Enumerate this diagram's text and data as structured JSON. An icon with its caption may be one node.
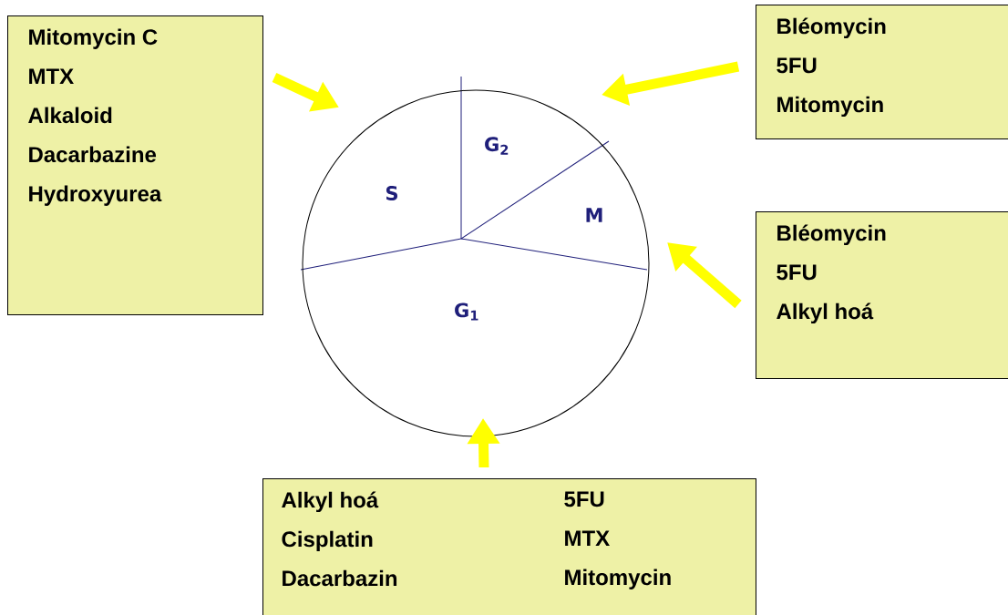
{
  "diagram": {
    "nodes": [
      {
        "text": [
          "Mitomycin C",
          "MTX",
          "Alkaloid",
          "Dacarbazine",
          "Hydroxyurea"
        ]
      },
      {
        "text": [
          "Bléomycin",
          "5FU",
          "Mitomycin"
        ]
      },
      {
        "text": [],
        "shape": "circle"
      },
      {
        "text": [
          "Bléomycin",
          "5FU",
          "Alkyl hoá"
        ]
      },
      {
        "text": [
          "Alkyl hoá",
          "5FU",
          "Cisplatin",
          "MTX",
          "Dacarbazin",
          "Mitomycin"
        ]
      }
    ],
    "edges": [
      {
        "from": 0,
        "to": 2,
        "arrow": "to"
      },
      {
        "from": 1,
        "to": 2,
        "arrow": "to"
      },
      {
        "from": 3,
        "to": 2,
        "arrow": "to"
      },
      {
        "from": 4,
        "to": 2,
        "arrow": "to"
      }
    ],
    "labels": [
      "S",
      "G$_{2}$",
      "M",
      "G$_{1}$"
    ]
  }
}
